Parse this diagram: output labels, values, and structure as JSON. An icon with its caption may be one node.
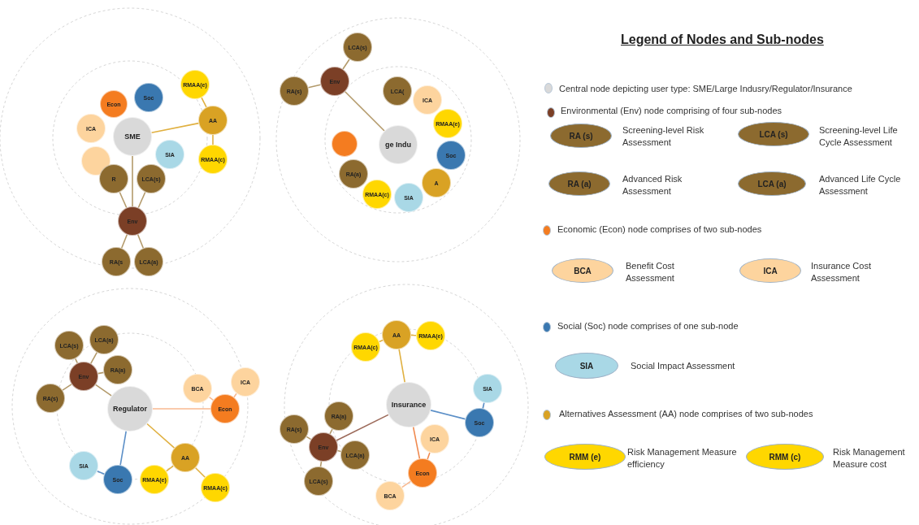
{
  "diagram": {
    "title": "Legend of Nodes and Sub-nodes",
    "nodes": [
      {
        "text": [
          "SME"
        ]
      },
      {
        "text": [
          "Econ"
        ]
      },
      {
        "text": [
          "Soc"
        ]
      },
      {
        "text": [
          "ICA"
        ]
      },
      {
        "text": [],
        "shape": "circle"
      },
      {
        "text": [
          "SIA"
        ]
      },
      {
        "text": [
          "AA"
        ]
      },
      {
        "text": [
          "RMAA(e)"
        ]
      },
      {
        "text": [
          "RMAA(c)"
        ]
      },
      {
        "text": [
          "R"
        ]
      },
      {
        "text": [
          "LCA(s)"
        ]
      },
      {
        "text": [
          "Env"
        ]
      },
      {
        "text": [
          "RA(s"
        ]
      },
      {
        "text": [
          "LCA(a)"
        ]
      },
      {
        "text": [
          "ge Indu"
        ]
      },
      {
        "text": [
          "LCA(s)"
        ]
      },
      {
        "text": [
          "Env"
        ]
      },
      {
        "text": [
          "RA(s)"
        ]
      },
      {
        "text": [],
        "shape": "circle"
      },
      {
        "text": [
          "LCA("
        ]
      },
      {
        "text": [
          "ICA"
        ]
      },
      {
        "text": [
          "RA(a)"
        ]
      },
      {
        "text": [
          "RMAA(e)"
        ]
      },
      {
        "text": [
          "Soc"
        ]
      },
      {
        "text": [
          "RMAA(c)"
        ]
      },
      {
        "text": [
          "A"
        ]
      },
      {
        "text": [
          "SIA"
        ]
      },
      {
        "text": [
          "Regulator"
        ]
      },
      {
        "text": [
          "LCA(s)"
        ]
      },
      {
        "text": [
          "LCA(a)"
        ]
      },
      {
        "text": [
          "Env"
        ]
      },
      {
        "text": [
          "RA(s)"
        ]
      },
      {
        "text": [
          "RA(a)"
        ]
      },
      {
        "text": [
          "BCA"
        ]
      },
      {
        "text": [
          "ICA"
        ]
      },
      {
        "text": [
          "Econ"
        ]
      },
      {
        "text": [
          "SIA"
        ]
      },
      {
        "text": [
          "Soc"
        ]
      },
      {
        "text": [
          "AA"
        ]
      },
      {
        "text": [
          "RMAA(e)"
        ]
      },
      {
        "text": [
          "RMAA(c)"
        ]
      },
      {
        "text": [
          "Insurance"
        ]
      },
      {
        "text": [
          "RMAA(c)"
        ]
      },
      {
        "text": [
          "AA"
        ]
      },
      {
        "text": [
          "RMAA(e)"
        ]
      },
      {
        "text": [
          "SIA"
        ]
      },
      {
        "text": [
          "RA(a)"
        ]
      },
      {
        "text": [
          "ICA"
        ]
      },
      {
        "text": [
          "RA(s)"
        ]
      },
      {
        "text": [
          "Soc"
        ]
      },
      {
        "text": [
          "Env"
        ]
      },
      {
        "text": [
          "Econ"
        ]
      },
      {
        "text": [
          "LCA(a)"
        ]
      },
      {
        "text": [
          "BCA"
        ]
      },
      {
        "text": [
          "LCA(s)"
        ]
      },
      {
        "text": [
          "RA (s)"
        ],
        "beside": [
          "Screening-level Risk Assessment"
        ]
      },
      {
        "text": [
          "LCA (s)"
        ],
        "beside": [
          "Screening-level Life Cycle Assessment"
        ]
      },
      {
        "text": [
          "RA (a)"
        ],
        "beside": [
          "Advanced Risk Assessment"
        ]
      },
      {
        "text": [
          "LCA (a)"
        ],
        "beside": [
          "Advanced Life Cycle Assessment"
        ]
      },
      {
        "text": [
          "BCA"
        ],
        "beside": [
          "Benefit Cost Assessment"
        ]
      },
      {
        "text": [
          "ICA"
        ],
        "beside": [
          "Insurance Cost Assessment"
        ]
      },
      {
        "text": [
          "SIA"
        ],
        "beside": [
          "Social Impact Assessment"
        ]
      },
      {
        "text": [
          "RMM (e)"
        ],
        "beside": [
          "Risk Management Measure efficiency"
        ]
      },
      {
        "text": [
          "RMM (c)"
        ],
        "beside": [
          "Risk Management Measure cost"
        ]
      }
    ],
    "edges": [
      {
        "from": 0,
        "to": 6,
        "arrow": "none",
        "color": "#e0b040"
      },
      {
        "from": 6,
        "to": 7,
        "arrow": "none",
        "color": "#e0b040"
      },
      {
        "from": 6,
        "to": 8,
        "arrow": "none",
        "color": "#e0b040"
      },
      {
        "from": 0,
        "to": 11,
        "arrow": "none"
      },
      {
        "from": 11,
        "to": 9,
        "arrow": "none"
      },
      {
        "from": 11,
        "to": 10,
        "arrow": "none"
      },
      {
        "from": 11,
        "to": 12,
        "arrow": "none"
      },
      {
        "from": 11,
        "to": 13,
        "arrow": "none"
      },
      {
        "from": 16,
        "to": 15,
        "arrow": "none"
      },
      {
        "from": 16,
        "to": 17,
        "arrow": "none"
      },
      {
        "from": 16,
        "to": 14,
        "arrow": "none"
      },
      {
        "from": 30,
        "to": 28,
        "arrow": "none"
      },
      {
        "from": 30,
        "to": 29,
        "arrow": "none"
      },
      {
        "from": 30,
        "to": 31,
        "arrow": "none"
      },
      {
        "from": 30,
        "to": 32,
        "arrow": "none"
      },
      {
        "from": 27,
        "to": 30,
        "arrow": "none"
      },
      {
        "from": 27,
        "to": 35,
        "arrow": "none",
        "color": "#f8b990"
      },
      {
        "from": 35,
        "to": 33,
        "arrow": "none",
        "color": "#f8b990"
      },
      {
        "from": 35,
        "to": 34,
        "arrow": "none",
        "color": "#f8b990"
      },
      {
        "from": 27,
        "to": 37,
        "arrow": "none",
        "color": "#5b8fc7"
      },
      {
        "from": 37,
        "to": 36,
        "arrow": "none",
        "color": "#5b8fc7"
      },
      {
        "from": 27,
        "to": 38,
        "arrow": "none",
        "color": "#e0b040"
      },
      {
        "from": 38,
        "to": 39,
        "arrow": "none",
        "color": "#e0b040"
      },
      {
        "from": 38,
        "to": 40,
        "arrow": "none",
        "color": "#e0b040"
      },
      {
        "from": 41,
        "to": 43,
        "arrow": "none",
        "color": "#e0b040"
      },
      {
        "from": 43,
        "to": 42,
        "arrow": "none",
        "color": "#e0b040"
      },
      {
        "from": 43,
        "to": 44,
        "arrow": "none",
        "color": "#e0b040"
      },
      {
        "from": 41,
        "to": 51,
        "arrow": "none",
        "color": "#f08a50"
      },
      {
        "from": 47,
        "to": 51,
        "arrow": "none",
        "color": "#f08a50"
      },
      {
        "from": 51,
        "to": 53,
        "arrow": "none",
        "color": "#f8b990"
      },
      {
        "from": 41,
        "to": 49,
        "arrow": "none",
        "color": "#5b8fc7"
      },
      {
        "from": 49,
        "to": 45,
        "arrow": "none",
        "color": "#5b8fc7"
      },
      {
        "from": 41,
        "to": 50,
        "arrow": "none",
        "color": "#9c6a5a"
      },
      {
        "from": 50,
        "to": 46,
        "arrow": "none"
      },
      {
        "from": 50,
        "to": 48,
        "arrow": "none"
      },
      {
        "from": 50,
        "to": 52,
        "arrow": "none"
      },
      {
        "from": 50,
        "to": 54,
        "arrow": "none"
      }
    ],
    "legend": [
      {
        "text": "Central node depicting user type: SME/Large Indusry/Regulator/Insurance",
        "color": "#d9d9d9"
      },
      {
        "text": "Environmental (Env) node comprising of four sub-nodes",
        "color": "#7b3f26"
      },
      {
        "text": "Economic (Econ) node comprises of two sub-nodes",
        "color": "#f47c20"
      },
      {
        "text": "Social (Soc) node comprises of one sub-node",
        "color": "#3a78b0"
      },
      {
        "text": "Alternatives Assessment (AA) node comprises of two sub-nodes",
        "color": "#d9a224"
      }
    ]
  }
}
